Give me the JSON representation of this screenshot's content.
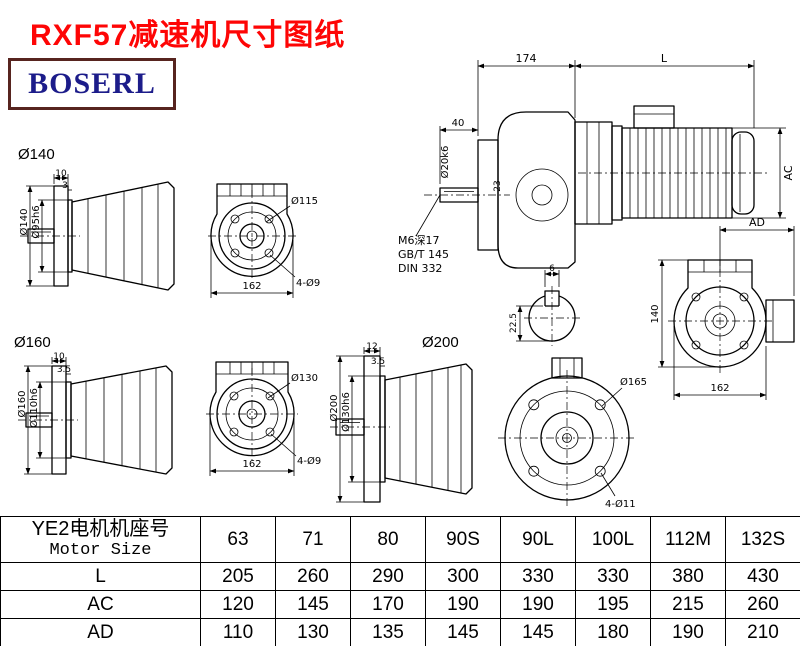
{
  "page": {
    "title": "RXF57减速机尺寸图纸",
    "logo": "BOSERL"
  },
  "views": {
    "v140": {
      "label": "Ø140",
      "t1": "10",
      "t2": "3",
      "d_outer": "Ø140",
      "d_hub": "Ø95h6",
      "bolt_circle": "Ø115",
      "width": "162",
      "holes": "4-Ø9"
    },
    "v160": {
      "label": "Ø160",
      "t1": "10",
      "t2": "3.5",
      "d_outer": "Ø160",
      "d_hub": "Ø110h6",
      "bolt_circle": "Ø130",
      "width": "162",
      "holes": "4-Ø9"
    },
    "v200": {
      "label": "Ø200",
      "t1": "12",
      "t2": "3.5",
      "d_outer": "Ø200",
      "d_hub": "Ø130h6",
      "bolt_circle": "Ø165",
      "holes": "4-Ø11"
    },
    "main": {
      "len_gear": "174",
      "len_motor": "L",
      "shaft_len": "40",
      "shaft_d": "Ø20k6",
      "flange_t": "23",
      "motor_h": "AC",
      "note1": "M6深17",
      "note2": "GB/T 145",
      "note3": "DIN 332"
    },
    "key": {
      "w": "6",
      "h": "22.5"
    },
    "side": {
      "ad": "AD",
      "h": "140",
      "w": "162"
    }
  },
  "table": {
    "header_cn": "YE2电机机座号",
    "header_en": "Motor Size",
    "sizes": [
      "63",
      "71",
      "80",
      "90S",
      "90L",
      "100L",
      "112M",
      "132S"
    ],
    "rows": [
      {
        "label": "L",
        "values": [
          "205",
          "260",
          "290",
          "300",
          "330",
          "330",
          "380",
          "430"
        ]
      },
      {
        "label": "AC",
        "values": [
          "120",
          "145",
          "170",
          "190",
          "190",
          "195",
          "215",
          "260"
        ]
      },
      {
        "label": "AD",
        "values": [
          "110",
          "130",
          "135",
          "145",
          "145",
          "180",
          "190",
          "210"
        ]
      }
    ]
  }
}
